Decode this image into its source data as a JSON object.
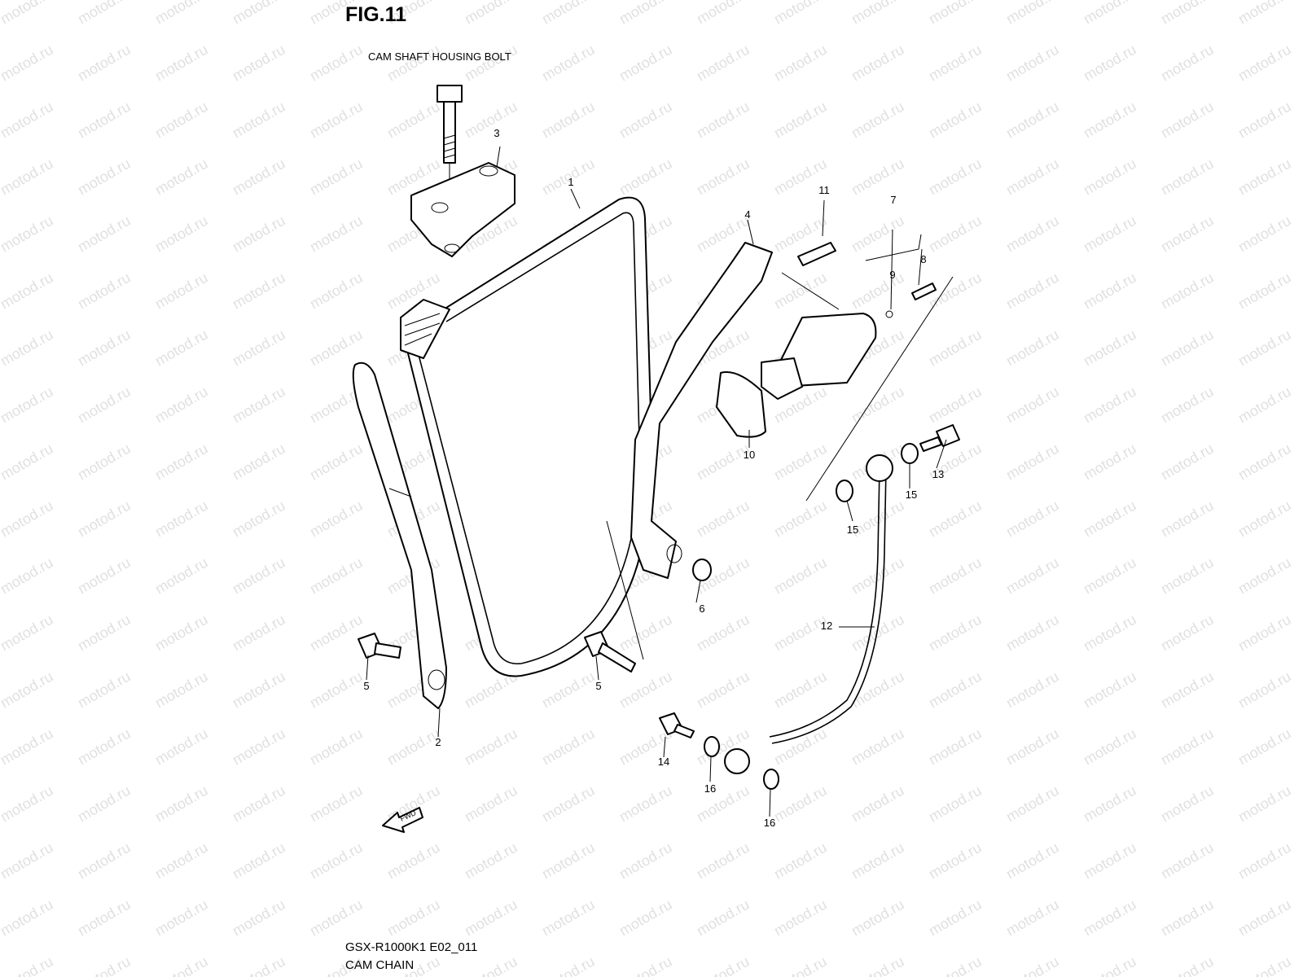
{
  "figure": {
    "title": "FIG.11",
    "callout_bolt": "CAM SHAFT HOUSING BOLT",
    "footer_model": "GSX-R1000K1 E02_011",
    "footer_section": "CAM CHAIN",
    "fwd_label": "FWD",
    "watermark": "motod.ru"
  },
  "part_numbers": [
    "1",
    "2",
    "3",
    "4",
    "5",
    "5",
    "6",
    "7",
    "8",
    "9",
    "10",
    "11",
    "12",
    "13",
    "14",
    "15",
    "15",
    "16",
    "16"
  ]
}
